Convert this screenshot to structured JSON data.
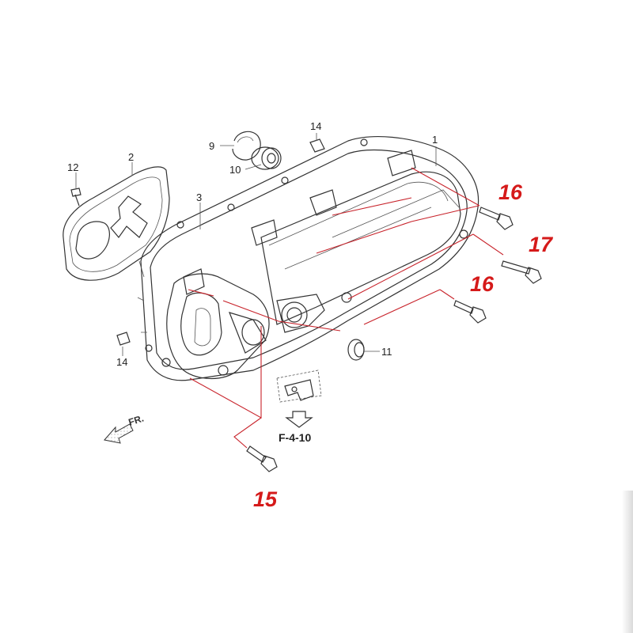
{
  "parts": {
    "p1": "1",
    "p2": "2",
    "p3": "3",
    "p9": "9",
    "p10": "10",
    "p11": "11",
    "p12": "12",
    "p14a": "14",
    "p14b": "14"
  },
  "highlighted": {
    "h16a": "16",
    "h17": "17",
    "h16b": "16",
    "h15": "15"
  },
  "reference": "F-4-10",
  "direction": "FR.",
  "colors": {
    "highlight": "#d51a1a",
    "callout_line": "#c8232b",
    "line": "#333333"
  }
}
